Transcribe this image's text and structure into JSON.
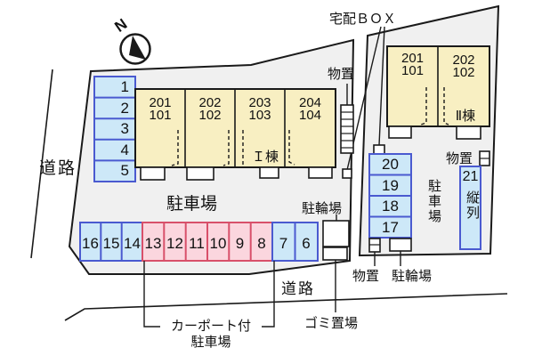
{
  "compass": {
    "north_label": "N"
  },
  "labels": {
    "delivery_box": "宅配ＢＯＸ",
    "road_left": "道路",
    "road_bottom": "道路",
    "parking_lot_main": "駐車場",
    "parking_lot_right": "駐車場",
    "bicycle_left": "駐輪場",
    "bicycle_right": "駐輪場",
    "storage_left": "物置",
    "storage_right_top": "物置",
    "storage_right_bottom": "物置",
    "garbage": "ゴミ置場",
    "carport_line1": "カーポート付",
    "carport_line2": "駐車場",
    "tandem": "縦列"
  },
  "buildings": {
    "building1": {
      "name": "Ｉ棟",
      "units": [
        {
          "upper": "201",
          "lower": "101"
        },
        {
          "upper": "202",
          "lower": "102"
        },
        {
          "upper": "203",
          "lower": "103"
        },
        {
          "upper": "204",
          "lower": "104"
        }
      ]
    },
    "building2": {
      "name": "Ⅱ棟",
      "units": [
        {
          "upper": "201",
          "lower": "101"
        },
        {
          "upper": "202",
          "lower": "102"
        }
      ]
    }
  },
  "parking": {
    "left_column": [
      "1",
      "2",
      "3",
      "4",
      "5"
    ],
    "row_blue_left": [
      "16",
      "15",
      "14"
    ],
    "row_pink_carport": [
      "13",
      "12",
      "11",
      "10",
      "9",
      "8"
    ],
    "row_blue_right": [
      "7",
      "6"
    ],
    "right_column": [
      "20",
      "19",
      "18",
      "17"
    ],
    "tandem_number": "21"
  },
  "colors": {
    "space_blue_fill": "#cde8f8",
    "space_blue_border": "#4a5ad0",
    "space_pink_fill": "#fbd6de",
    "space_pink_border": "#d8506a",
    "building_fill": "#f8efc2",
    "parcel_fill": "#f0f0f0",
    "line": "#1a1a1a"
  }
}
